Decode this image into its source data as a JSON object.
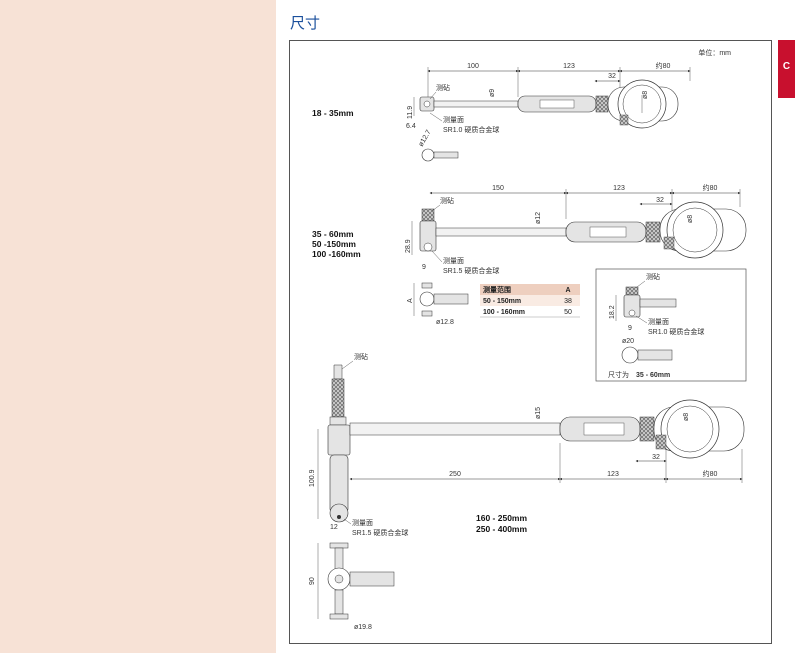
{
  "page": {
    "title": "尺寸",
    "tab_label": "C",
    "unit_note": "单位：mm"
  },
  "colors": {
    "left_panel": "#f7e2d6",
    "title_blue": "#1a4f9c",
    "tab_red": "#c8102e",
    "table_header": "#eecfbf",
    "table_row_alt": "#f9ebe3",
    "gauge_fill": "#e4e4e4"
  },
  "figure1": {
    "range_label": "18 - 35mm",
    "anvil_label": "测砧",
    "face_label": "测量面",
    "ball_label": "SR1.0 硬质合金球",
    "dims": {
      "d100": "100",
      "d123": "123",
      "d32": "32",
      "about80": "约80",
      "phi9": "ø9",
      "phi8": "ø8",
      "h119": "11.9",
      "h64": "6.4",
      "phi127": "ø12.7"
    }
  },
  "figure2": {
    "range_labels": [
      "35 - 60mm",
      "50 -150mm",
      "100 -160mm"
    ],
    "anvil_label": "测砧",
    "face_label": "测量面",
    "ball_label": "SR1.5 硬质合金球",
    "dims": {
      "d150": "150",
      "d123": "123",
      "d32": "32",
      "about80": "约80",
      "phi12": "ø12",
      "phi8": "ø8",
      "h289": "28.9",
      "w9": "9",
      "a": "A",
      "phi128": "ø12.8"
    },
    "table": {
      "headers": [
        "测量范围",
        "A"
      ],
      "rows": [
        [
          "50 - 150mm",
          "38"
        ],
        [
          "100 - 160mm",
          "50"
        ]
      ]
    }
  },
  "inset": {
    "anvil_label": "测砧",
    "face_label": "测量面",
    "ball_label": "SR1.0 硬质合金球",
    "dims": {
      "h182": "18.2",
      "w9": "9",
      "phi20": "ø20"
    },
    "caption_prefix": "尺寸为",
    "caption_range": "35 - 60mm"
  },
  "figure3": {
    "range_labels": [
      "160 - 250mm",
      "250 - 400mm"
    ],
    "anvil_label": "测砧",
    "face_label": "测量面",
    "ball_label": "SR1.5 硬质合金球",
    "dims": {
      "d250": "250",
      "d123": "123",
      "d32": "32",
      "about80": "约80",
      "phi15": "ø15",
      "phi8": "ø8",
      "h1009": "100.9",
      "w12": "12",
      "h90": "90",
      "phi198": "ø19.8"
    }
  }
}
